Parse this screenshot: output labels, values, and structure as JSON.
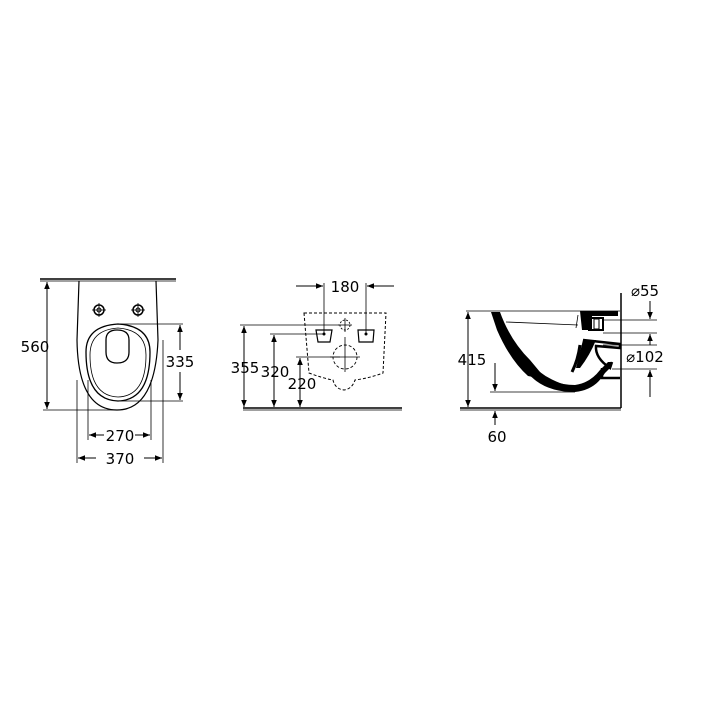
{
  "views": {
    "front": {
      "height_total": "560",
      "seat_height": "335",
      "seat_width": "270",
      "total_width": "370"
    },
    "rear": {
      "fixing_spacing": "180",
      "height_355": "355",
      "height_320": "320",
      "height_220": "220"
    },
    "side": {
      "pipe_diameter_small": "⌀55",
      "pipe_diameter_large": "⌀102",
      "height_total": "415",
      "floor_clearance": "60"
    }
  },
  "colors": {
    "line": "#000000",
    "background": "#ffffff",
    "dim_line": "#555555"
  }
}
